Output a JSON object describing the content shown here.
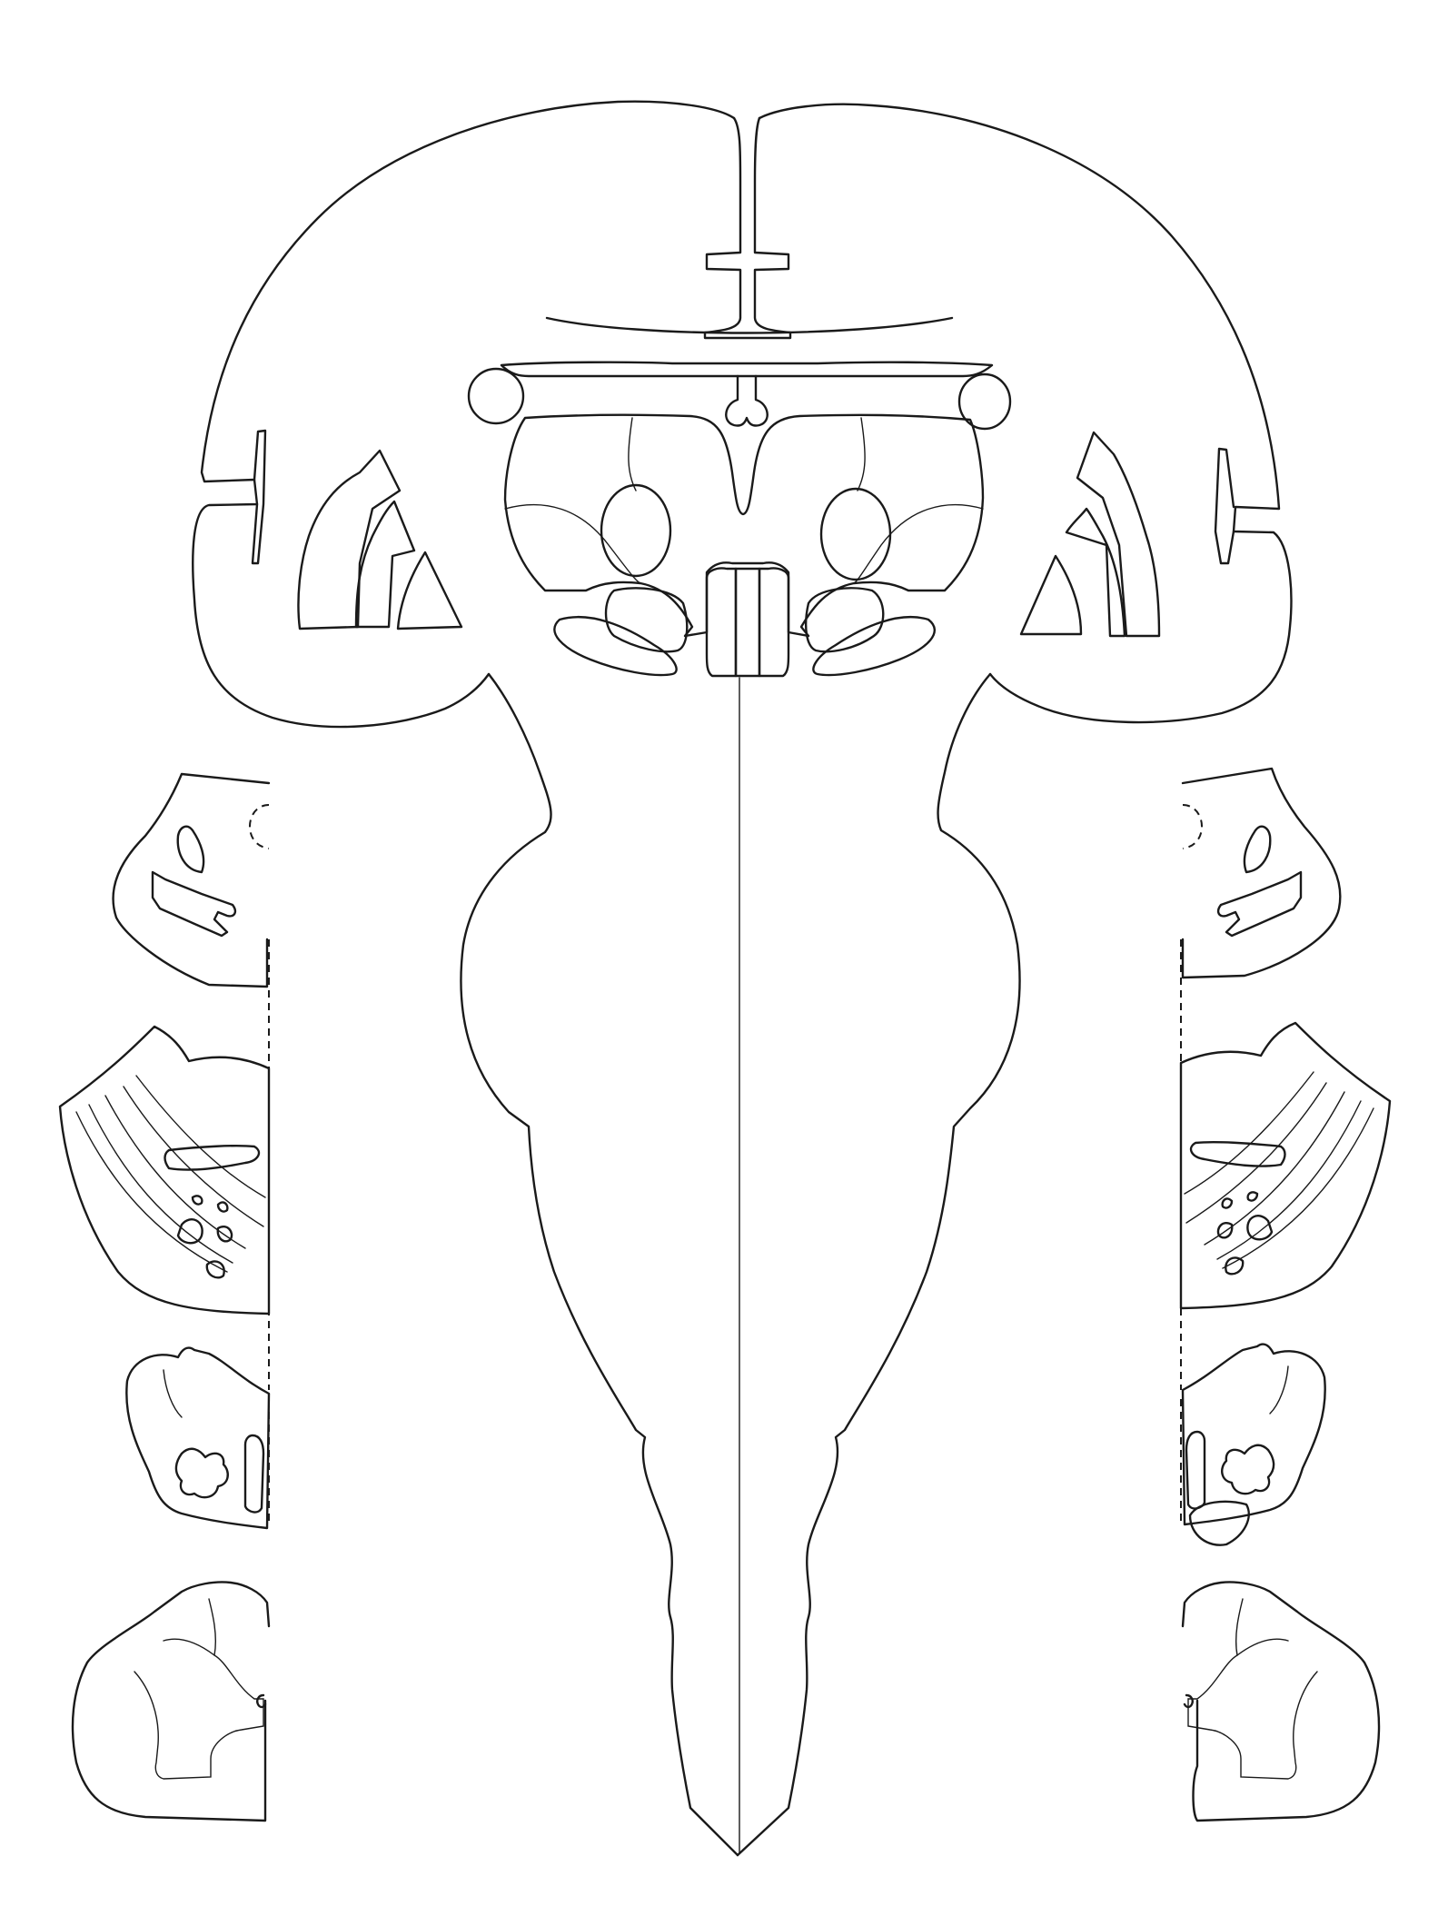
{
  "diagram": {
    "kind": "line-drawing",
    "subject": "brain-and-brainstem-outline-with-cross-sections",
    "colors": {
      "stroke": "#1a1a1a",
      "background": "#ffffff"
    },
    "parts": [
      "cerebral-hemispheres",
      "diencephalon-nuclei",
      "brainstem-midline",
      "pons",
      "medulla",
      "spinal-cord",
      "left-cross-sections",
      "right-cross-sections"
    ]
  }
}
